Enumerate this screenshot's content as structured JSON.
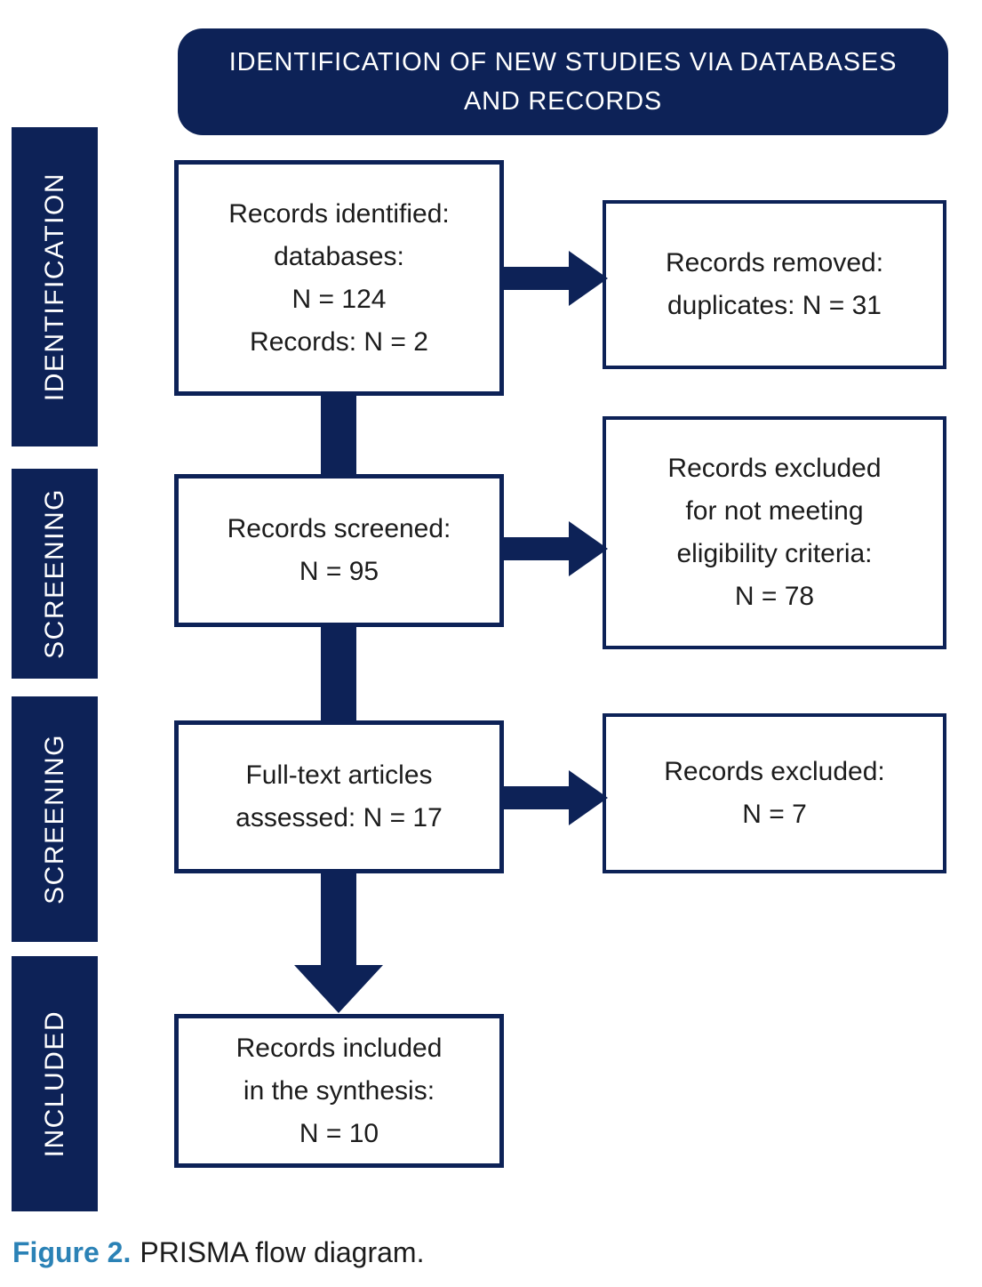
{
  "header": {
    "title": "IDENTIFICATION OF NEW STUDIES VIA DATABASES AND RECORDS"
  },
  "sidebar": {
    "items": [
      {
        "label": "IDENTIFICATION"
      },
      {
        "label": "SCREENING"
      },
      {
        "label": "SCREENING"
      },
      {
        "label": "INCLUDED"
      }
    ]
  },
  "flow": {
    "main_boxes": [
      {
        "text": "Records identified:\ndatabases:\nN = 124\nRecords: N = 2"
      },
      {
        "text": "Records screened:\nN = 95"
      },
      {
        "text": "Full-text articles\nassessed: N = 17"
      },
      {
        "text": "Records included\nin the synthesis:\nN = 10"
      }
    ],
    "side_boxes": [
      {
        "text": "Records removed:\nduplicates: N = 31"
      },
      {
        "text": "Records excluded\nfor not meeting\neligibility criteria:\nN = 78"
      },
      {
        "text": "Records excluded:\nN = 7"
      }
    ]
  },
  "caption": {
    "label": "Figure 2.",
    "text": "PRISMA flow diagram."
  },
  "colors": {
    "navy": "#0d2257",
    "caption_blue": "#2b82b6",
    "ink": "#1c1c1c"
  }
}
